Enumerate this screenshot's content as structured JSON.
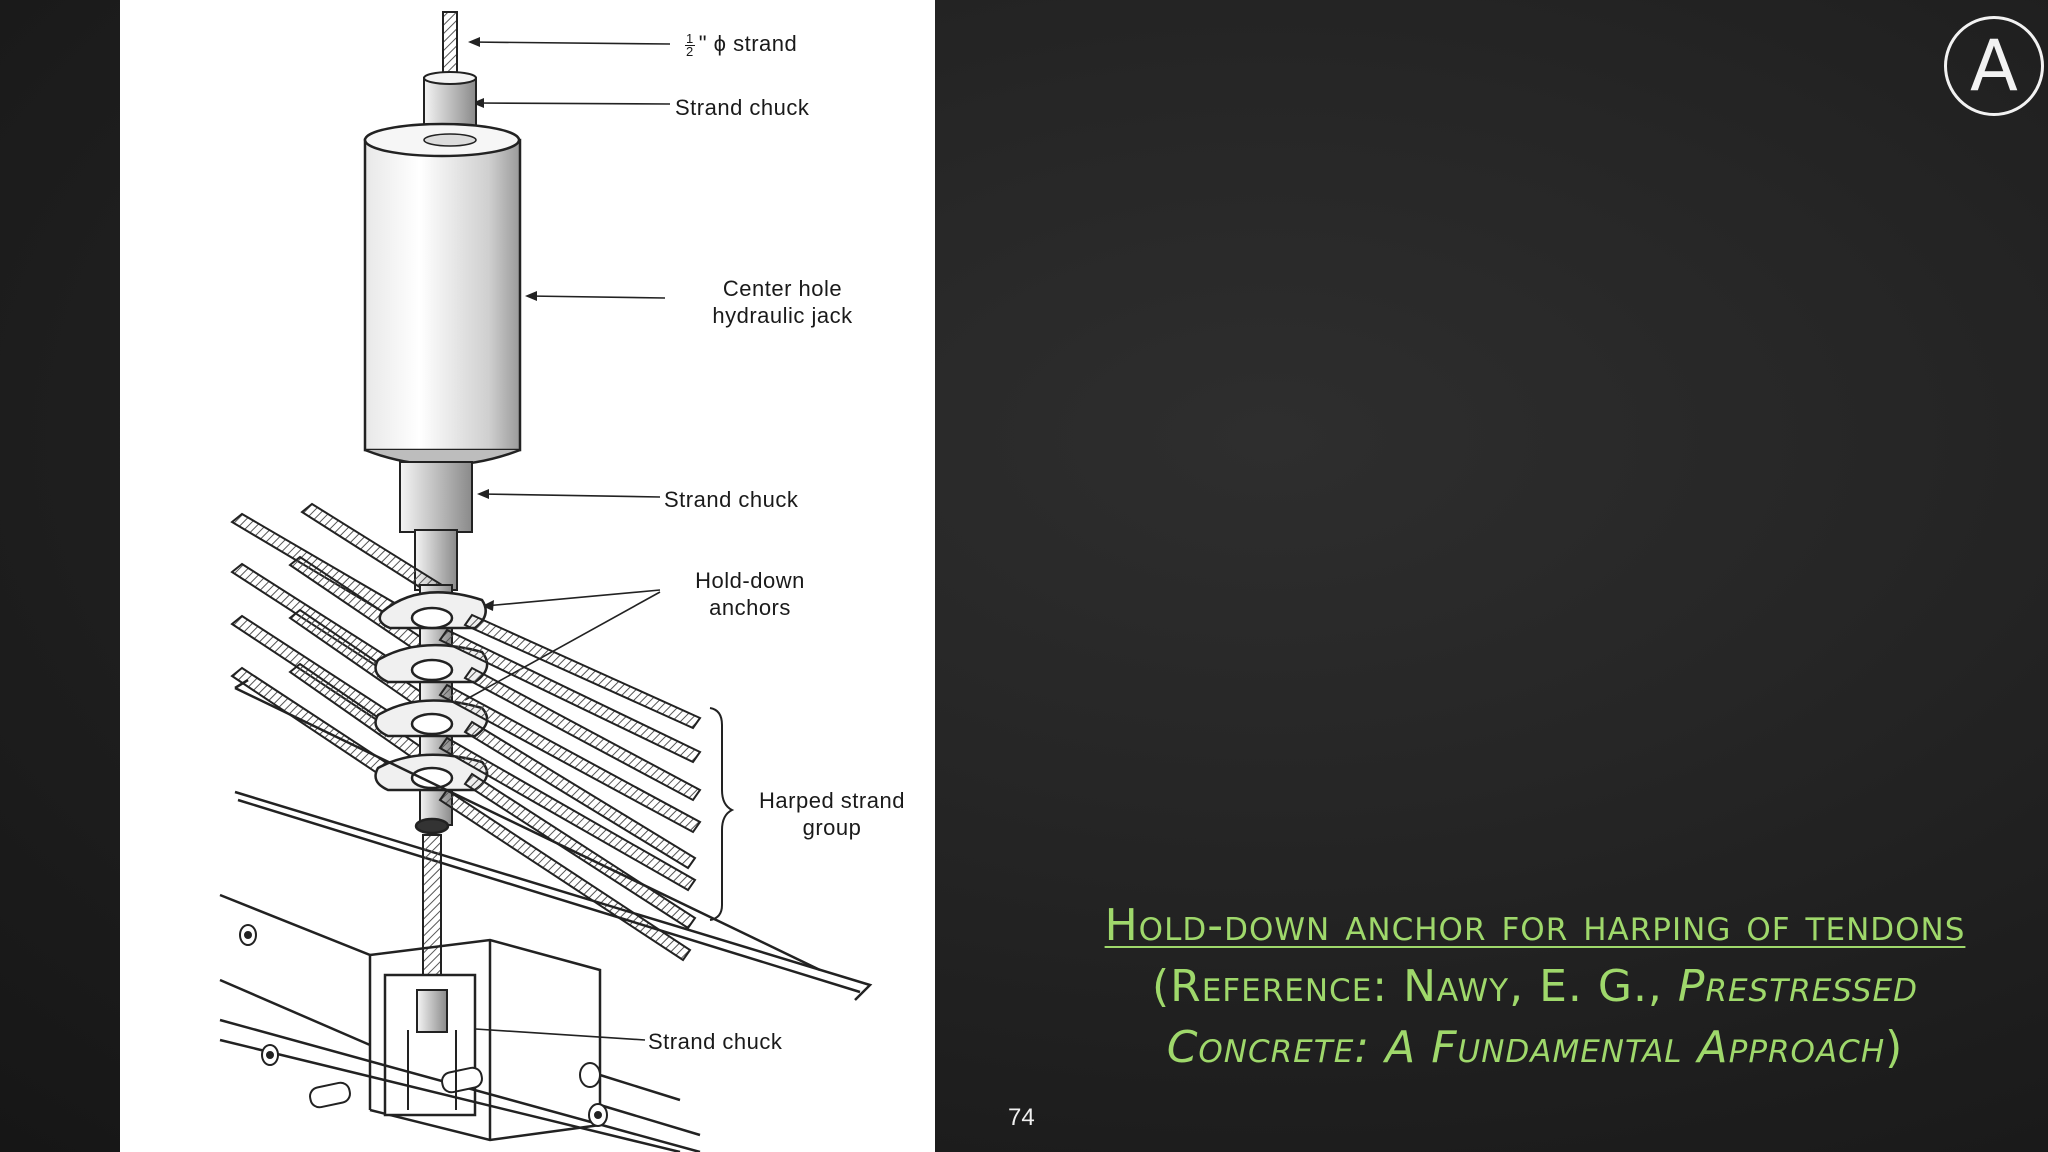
{
  "slide": {
    "page_number": "74",
    "logo_letter": "A",
    "accent_color": "#9fd86b"
  },
  "figure": {
    "labels": {
      "strand_size_num": "1",
      "strand_size_den": "2",
      "strand_size_suffix": "\" ϕ strand",
      "strand_chuck_top": "Strand chuck",
      "jack_line1": "Center hole",
      "jack_line2": "hydraulic jack",
      "strand_chuck_mid": "Strand chuck",
      "anchors_line1": "Hold-down",
      "anchors_line2": "anchors",
      "harped_line1": "Harped strand",
      "harped_line2": "group",
      "strand_chuck_bottom": "Strand chuck"
    }
  },
  "caption": {
    "title": "Hold-down anchor for harping of tendons",
    "reference_open": "(Reference: Nawy, E. G., ",
    "reference_book": "Prestressed Concrete: A Fundamental Approach",
    "reference_close": ")"
  }
}
